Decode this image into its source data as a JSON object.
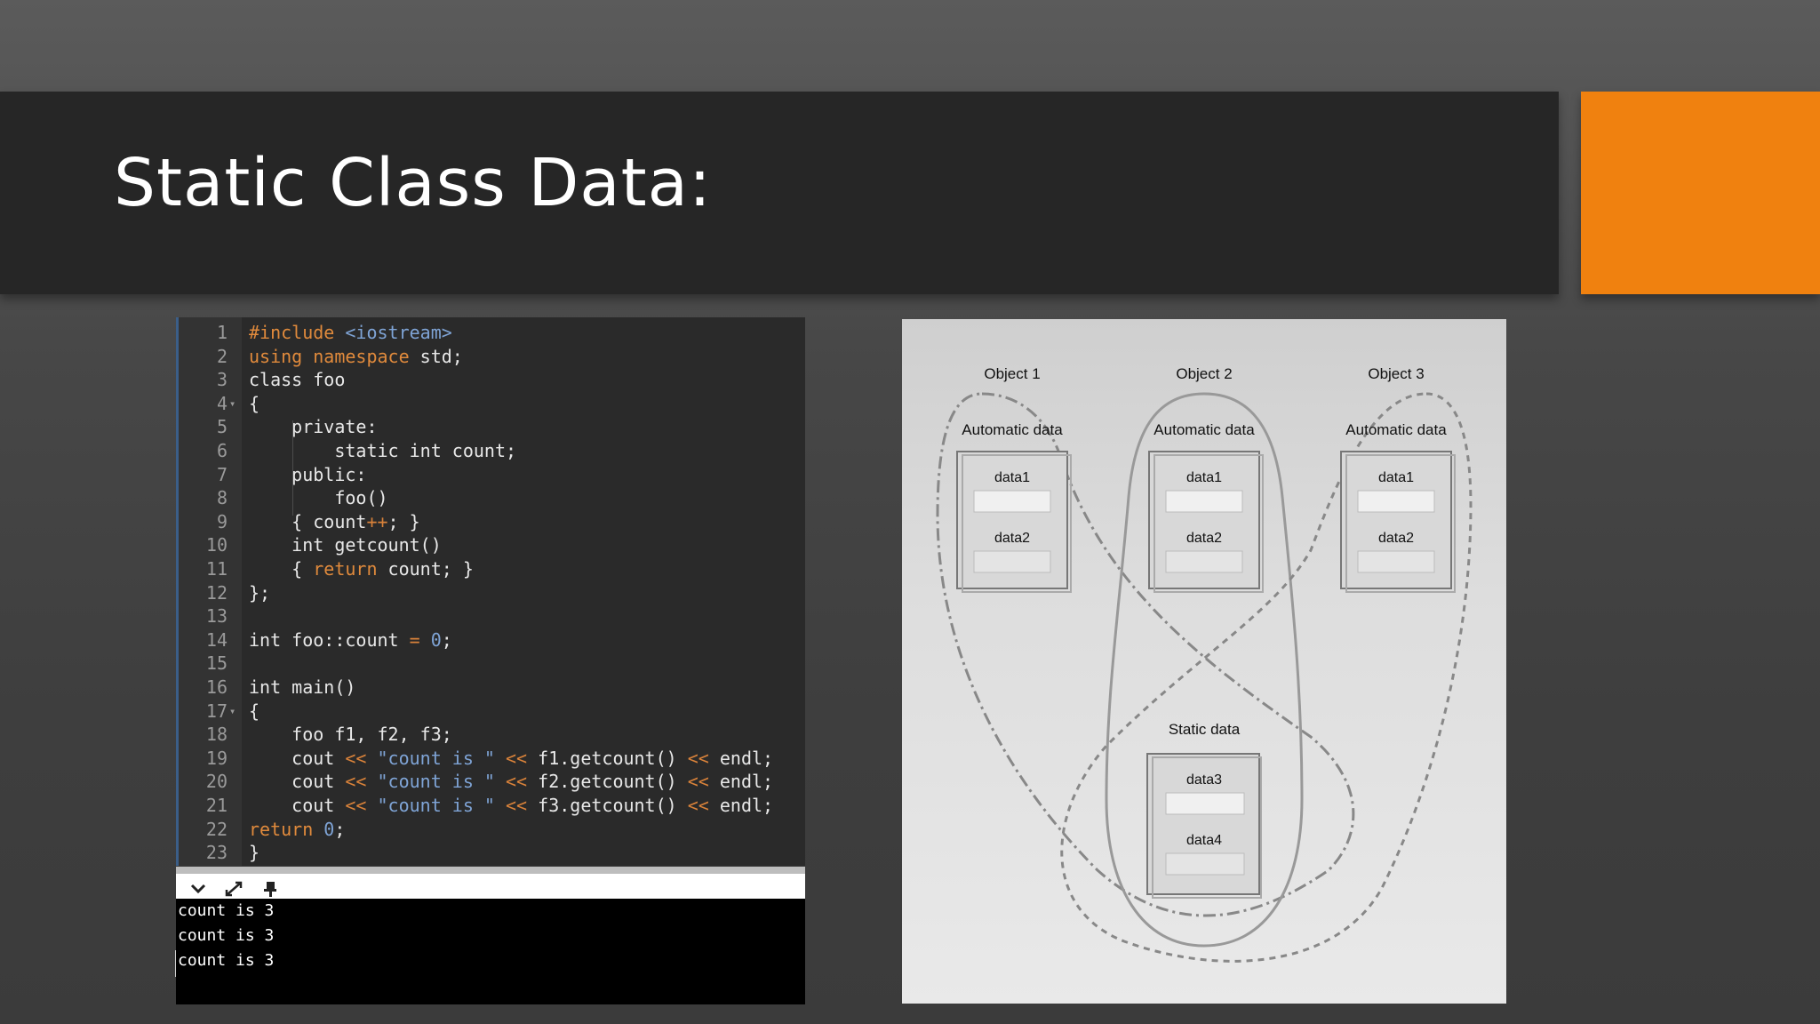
{
  "slide": {
    "title": "Static Class Data:",
    "accent_color": "#f0810f"
  },
  "code": {
    "lines": [
      {
        "n": "1",
        "tokens": [
          {
            "t": "#include ",
            "c": "pre"
          },
          {
            "t": "<iostream>",
            "c": "hdr"
          }
        ]
      },
      {
        "n": "2",
        "tokens": [
          {
            "t": "using namespace ",
            "c": "kw"
          },
          {
            "t": "std;",
            "c": "plain"
          }
        ]
      },
      {
        "n": "3",
        "tokens": [
          {
            "t": "class foo",
            "c": "plain"
          }
        ]
      },
      {
        "n": "4",
        "fold": true,
        "tokens": [
          {
            "t": "{",
            "c": "plain"
          }
        ]
      },
      {
        "n": "5",
        "tokens": [
          {
            "t": "    private:",
            "c": "plain"
          }
        ]
      },
      {
        "n": "6",
        "tokens": [
          {
            "t": "        static int count;",
            "c": "plain"
          }
        ]
      },
      {
        "n": "7",
        "tokens": [
          {
            "t": "    public:",
            "c": "plain"
          }
        ]
      },
      {
        "n": "8",
        "tokens": [
          {
            "t": "        foo()",
            "c": "plain"
          }
        ]
      },
      {
        "n": "9",
        "tokens": [
          {
            "t": "    { count",
            "c": "plain"
          },
          {
            "t": "++",
            "c": "op"
          },
          {
            "t": "; }",
            "c": "plain"
          }
        ]
      },
      {
        "n": "10",
        "tokens": [
          {
            "t": "    int getcount()",
            "c": "plain"
          }
        ]
      },
      {
        "n": "11",
        "tokens": [
          {
            "t": "    { ",
            "c": "plain"
          },
          {
            "t": "return",
            "c": "kw"
          },
          {
            "t": " count; }",
            "c": "plain"
          }
        ]
      },
      {
        "n": "12",
        "tokens": [
          {
            "t": "};",
            "c": "plain"
          }
        ]
      },
      {
        "n": "13",
        "tokens": []
      },
      {
        "n": "14",
        "tokens": [
          {
            "t": "int foo::count ",
            "c": "plain"
          },
          {
            "t": "=",
            "c": "op"
          },
          {
            "t": " ",
            "c": "plain"
          },
          {
            "t": "0",
            "c": "num"
          },
          {
            "t": ";",
            "c": "plain"
          }
        ]
      },
      {
        "n": "15",
        "tokens": []
      },
      {
        "n": "16",
        "tokens": [
          {
            "t": "int main()",
            "c": "plain"
          }
        ]
      },
      {
        "n": "17",
        "fold": true,
        "tokens": [
          {
            "t": "{",
            "c": "plain"
          }
        ]
      },
      {
        "n": "18",
        "tokens": [
          {
            "t": "    foo f1, f2, f3;",
            "c": "plain"
          }
        ]
      },
      {
        "n": "19",
        "tokens": [
          {
            "t": "    cout ",
            "c": "plain"
          },
          {
            "t": "<<",
            "c": "op"
          },
          {
            "t": " ",
            "c": "plain"
          },
          {
            "t": "\"count is \"",
            "c": "str"
          },
          {
            "t": " ",
            "c": "plain"
          },
          {
            "t": "<<",
            "c": "op"
          },
          {
            "t": " f1.getcount() ",
            "c": "plain"
          },
          {
            "t": "<<",
            "c": "op"
          },
          {
            "t": " endl;",
            "c": "plain"
          }
        ]
      },
      {
        "n": "20",
        "tokens": [
          {
            "t": "    cout ",
            "c": "plain"
          },
          {
            "t": "<<",
            "c": "op"
          },
          {
            "t": " ",
            "c": "plain"
          },
          {
            "t": "\"count is \"",
            "c": "str"
          },
          {
            "t": " ",
            "c": "plain"
          },
          {
            "t": "<<",
            "c": "op"
          },
          {
            "t": " f2.getcount() ",
            "c": "plain"
          },
          {
            "t": "<<",
            "c": "op"
          },
          {
            "t": " endl;",
            "c": "plain"
          }
        ]
      },
      {
        "n": "21",
        "tokens": [
          {
            "t": "    cout ",
            "c": "plain"
          },
          {
            "t": "<<",
            "c": "op"
          },
          {
            "t": " ",
            "c": "plain"
          },
          {
            "t": "\"count is \"",
            "c": "str"
          },
          {
            "t": " ",
            "c": "plain"
          },
          {
            "t": "<<",
            "c": "op"
          },
          {
            "t": " f3.getcount() ",
            "c": "plain"
          },
          {
            "t": "<<",
            "c": "op"
          },
          {
            "t": " endl;",
            "c": "plain"
          }
        ]
      },
      {
        "n": "22",
        "tokens": [
          {
            "t": "return",
            "c": "kw"
          },
          {
            "t": " ",
            "c": "plain"
          },
          {
            "t": "0",
            "c": "num"
          },
          {
            "t": ";",
            "c": "plain"
          }
        ]
      },
      {
        "n": "23",
        "tokens": [
          {
            "t": "}",
            "c": "plain"
          }
        ]
      }
    ]
  },
  "console": {
    "toolbar_icons": [
      "chevron-down-icon",
      "expand-icon",
      "pin-icon"
    ],
    "output": [
      "count is 3",
      "count is 3",
      "count is 3"
    ]
  },
  "diagram": {
    "objects": [
      {
        "title": "Object 1",
        "section": "Automatic data",
        "fields": [
          "data1",
          "data2"
        ]
      },
      {
        "title": "Object 2",
        "section": "Automatic data",
        "fields": [
          "data1",
          "data2"
        ]
      },
      {
        "title": "Object 3",
        "section": "Automatic data",
        "fields": [
          "data1",
          "data2"
        ]
      }
    ],
    "static_block": {
      "section": "Static data",
      "fields": [
        "data3",
        "data4"
      ]
    }
  }
}
